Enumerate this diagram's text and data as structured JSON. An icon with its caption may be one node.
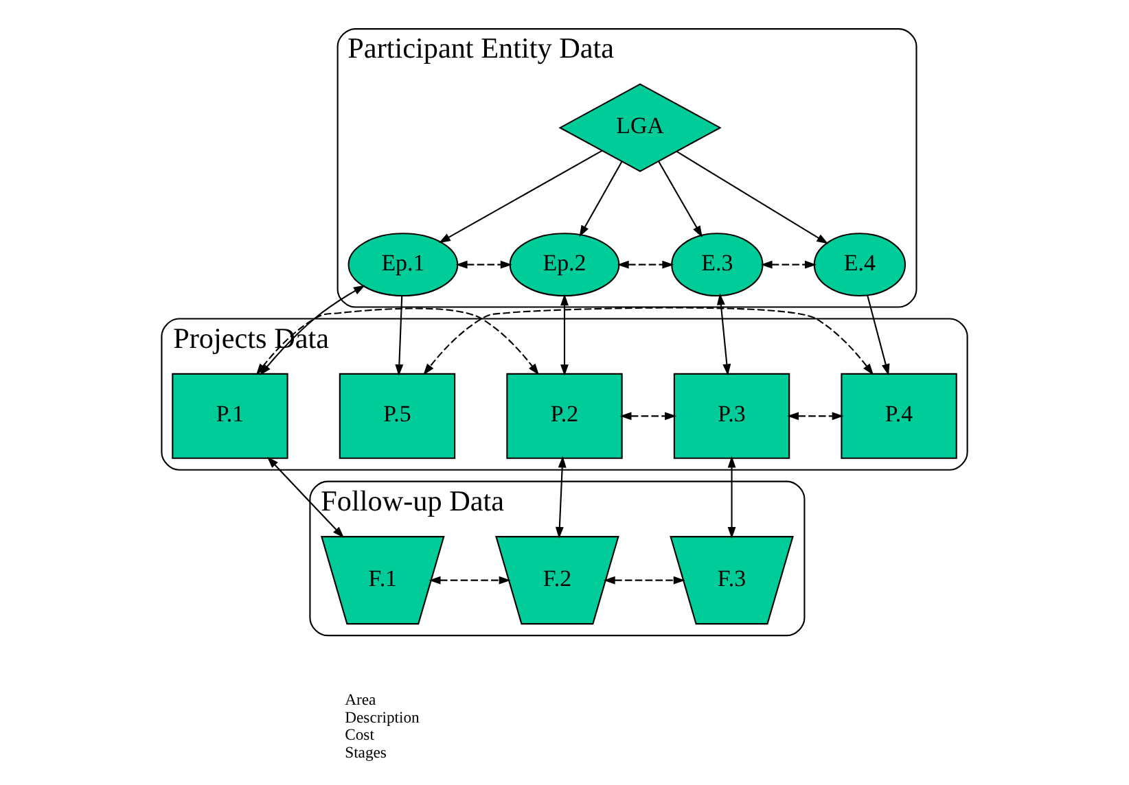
{
  "diagram": {
    "nodes": [
      {
        "text": [
          "Participant Entity Data"
        ]
      },
      {
        "text": [
          "LGA"
        ],
        "in": 0
      },
      {
        "text": [
          "Ep.1"
        ],
        "in": 0
      },
      {
        "text": [
          "Ep.2"
        ],
        "in": 0
      },
      {
        "text": [
          "E.3"
        ],
        "in": 0
      },
      {
        "text": [
          "E.4"
        ],
        "in": 0
      },
      {
        "text": [
          "Projects Data"
        ]
      },
      {
        "text": [
          "P.1"
        ],
        "in": 6
      },
      {
        "text": [
          "P.2"
        ],
        "in": 6
      },
      {
        "text": [
          "P.3"
        ],
        "in": 6
      },
      {
        "text": [
          "P.4"
        ],
        "in": 6
      },
      {
        "text": [
          "P.5"
        ],
        "in": 6
      },
      {
        "text": [
          "Follow-up Data"
        ]
      },
      {
        "text": [
          "F.1"
        ],
        "in": 12
      },
      {
        "text": [
          "F.2"
        ],
        "in": 12
      },
      {
        "text": [
          "F.3"
        ],
        "in": 12
      }
    ],
    "edges": [
      {
        "from": 1,
        "to": 2,
        "arrow": "to"
      },
      {
        "from": 1,
        "to": 3,
        "arrow": "to"
      },
      {
        "from": 1,
        "to": 4,
        "arrow": "to"
      },
      {
        "from": 1,
        "to": 5,
        "arrow": "to"
      },
      {
        "from": 2,
        "to": 3,
        "arrow": "both",
        "style": "dashed"
      },
      {
        "from": 3,
        "to": 4,
        "arrow": "both",
        "style": "dashed"
      },
      {
        "from": 4,
        "to": 5,
        "arrow": "both",
        "style": "dashed"
      },
      {
        "from": 2,
        "to": 7,
        "arrow": "both"
      },
      {
        "from": 2,
        "to": 11,
        "arrow": "to"
      },
      {
        "from": 3,
        "to": 8,
        "arrow": "both"
      },
      {
        "from": 4,
        "to": 9,
        "arrow": "both"
      },
      {
        "from": 5,
        "to": 10,
        "arrow": "to"
      },
      {
        "from": 7,
        "to": 8,
        "arrow": "both",
        "style": "dashed"
      },
      {
        "from": 8,
        "to": 9,
        "arrow": "both",
        "style": "dashed"
      },
      {
        "from": 9,
        "to": 10,
        "arrow": "both",
        "style": "dashed"
      },
      {
        "from": 10,
        "to": 11,
        "arrow": "both",
        "style": "dashed"
      },
      {
        "from": 7,
        "to": 13,
        "arrow": "both"
      },
      {
        "from": 8,
        "to": 14,
        "arrow": "both"
      },
      {
        "from": 9,
        "to": 15,
        "arrow": "both"
      },
      {
        "from": 13,
        "to": 14,
        "arrow": "both",
        "style": "dashed"
      },
      {
        "from": 14,
        "to": 15,
        "arrow": "both",
        "style": "dashed"
      }
    ],
    "labels": [
      "Area",
      "Description",
      "Cost",
      "Stages"
    ]
  }
}
